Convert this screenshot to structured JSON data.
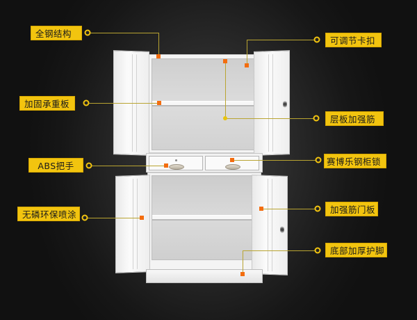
{
  "product": "steel-file-cabinet",
  "colors": {
    "label_bg": "#f2c40f",
    "label_text": "#1a1a1a",
    "marker": "#f36d0f",
    "leader_line": "#b9a431",
    "background": "#1c1c1c"
  },
  "callouts": {
    "left": [
      {
        "label": "全钢结构"
      },
      {
        "label": "加固承重板"
      },
      {
        "label": "ABS把手"
      },
      {
        "label": "无磷环保喷涂"
      }
    ],
    "right": [
      {
        "label": "可调节卡扣"
      },
      {
        "label": "层板加强筋"
      },
      {
        "label": "赛博乐钢柜锁"
      },
      {
        "label": "加强筋门板"
      },
      {
        "label": "底部加厚护脚"
      }
    ]
  }
}
